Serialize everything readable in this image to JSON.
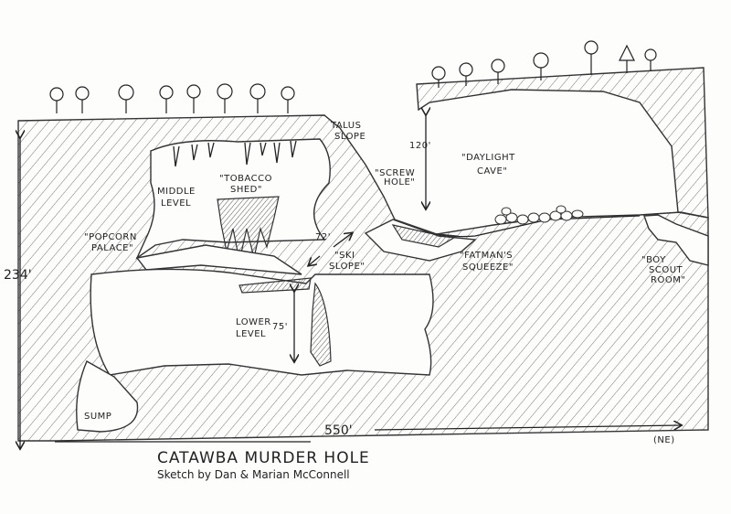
{
  "title": "CATAWBA MURDER HOLE",
  "credit": "Sketch by Dan & Marian McConnell",
  "labels": {
    "talus_slope_1": "TALUS",
    "talus_slope_2": "SLOPE",
    "daylight_cave_1": "\"DAYLIGHT",
    "daylight_cave_2": "CAVE\"",
    "screw_hole_1": "\"SCREW",
    "screw_hole_2": "HOLE\"",
    "middle_level_1": "MIDDLE",
    "middle_level_2": "LEVEL",
    "tobacco_shed_1": "\"TOBACCO",
    "tobacco_shed_2": "SHED\"",
    "popcorn_palace_1": "\"POPCORN",
    "popcorn_palace_2": "PALACE\"",
    "ski_slope_1": "\"SKI",
    "ski_slope_2": "SLOPE\"",
    "fatmans_squeeze_1": "\"FATMAN'S",
    "fatmans_squeeze_2": "SQUEEZE\"",
    "boy_scout_room_1": "\"BOY",
    "boy_scout_room_2": "SCOUT",
    "boy_scout_room_3": "ROOM\"",
    "lower_level_1": "LOWER",
    "lower_level_2": "LEVEL",
    "sump": "SUMP",
    "direction": "(NE)"
  },
  "dimensions": {
    "depth_total": "234'",
    "daylight_depth": "120'",
    "ski_slope_drop": "72'",
    "lower_level_height": "75'",
    "length": "550'"
  }
}
